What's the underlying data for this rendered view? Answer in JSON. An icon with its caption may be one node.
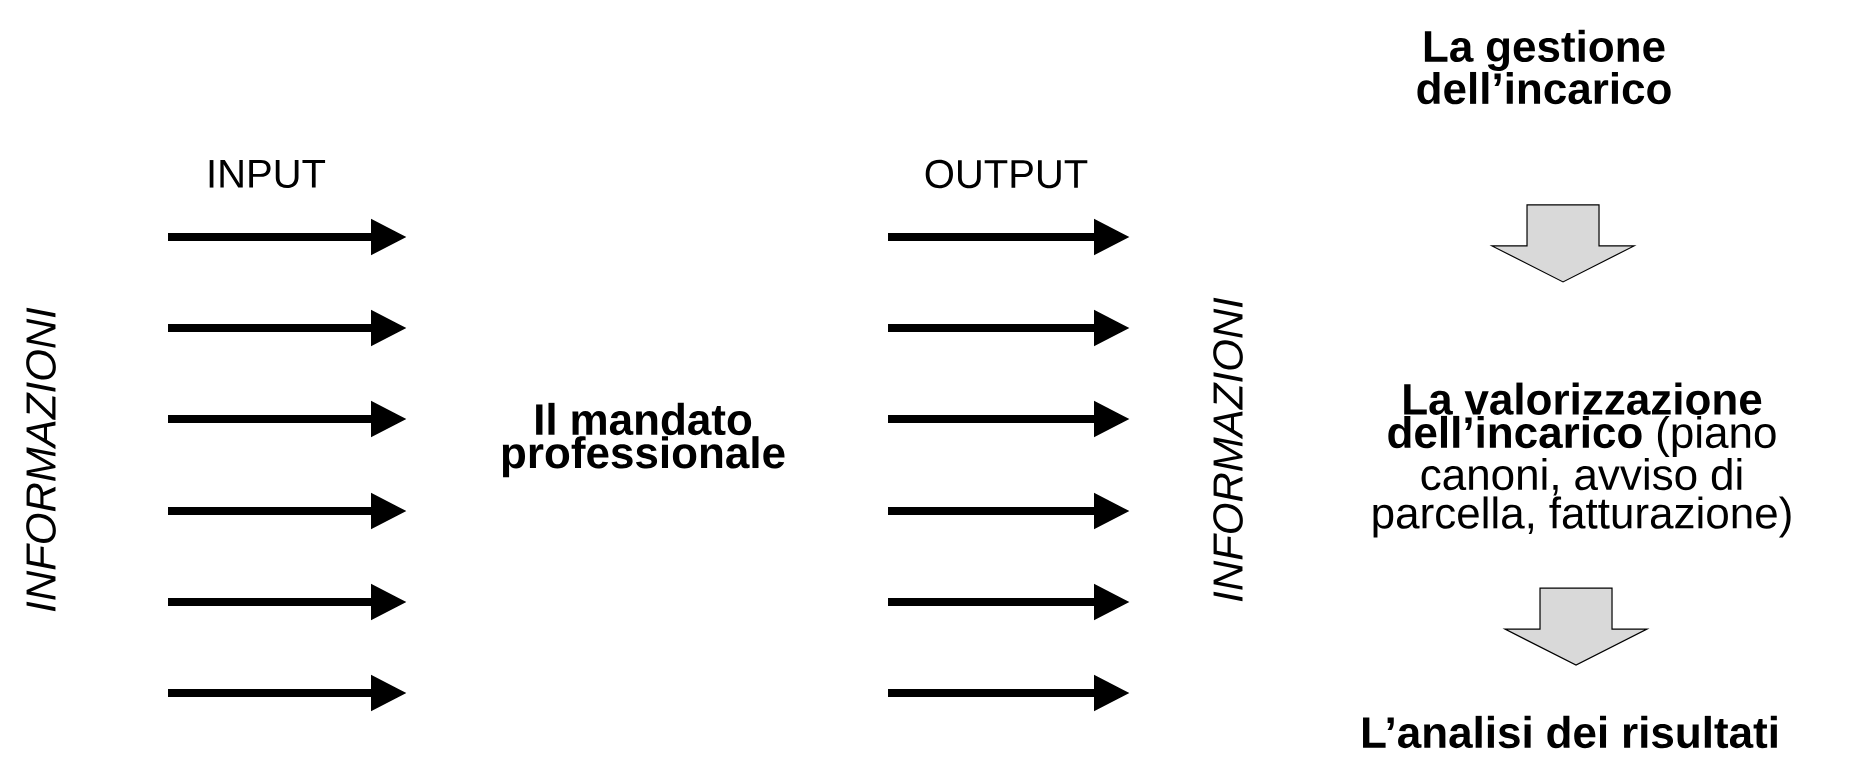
{
  "diagram": {
    "nodes": [
      {
        "text": [
          "Il mandato professionale"
        ]
      },
      {
        "text": [
          "La gestione dell’incarico"
        ]
      },
      {
        "text": [
          "**La valorizzazione dell’incarico** (piano canoni, avviso di parcella, fatturazione)"
        ]
      },
      {
        "text": [
          "L’analisi dei risultati"
        ]
      }
    ],
    "edges": [
      {
        "from": 1,
        "to": 2,
        "arrow": "to",
        "color": "#d9d9d9"
      },
      {
        "from": 2,
        "to": 3,
        "arrow": "to",
        "color": "#d9d9d9"
      }
    ],
    "labels": [
      "INPUT",
      "OUTPUT",
      "INFORMAZIONI",
      "INFORMAZIONI"
    ]
  }
}
